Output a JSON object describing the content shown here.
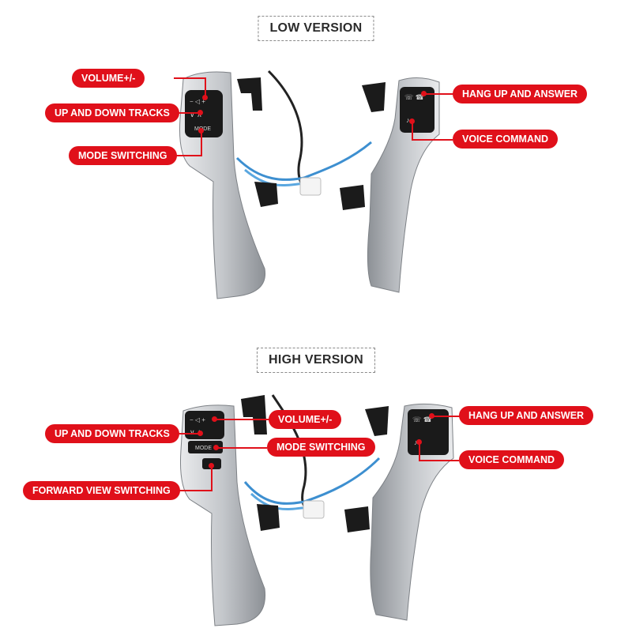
{
  "sections": [
    {
      "title": "LOW VERSION",
      "labels": {
        "volume": "VOLUME+/-",
        "tracks": "UP AND DOWN TRACKS",
        "mode": "MODE SWITCHING",
        "hang_up": "HANG UP AND ANSWER",
        "voice": "VOICE COMMAND"
      },
      "button_text": {
        "mode": "MODE"
      }
    },
    {
      "title": "HIGH VERSION",
      "labels": {
        "volume": "VOLUME+/-",
        "tracks": "UP AND DOWN TRACKS",
        "mode": "MODE SWITCHING",
        "forward_view": "FORWARD VIEW SWITCHING",
        "hang_up": "HANG UP AND ANSWER",
        "voice": "VOICE COMMAND"
      },
      "button_text": {
        "mode": "MODE"
      }
    }
  ],
  "colors": {
    "label_bg": "#e0101a",
    "panel_silver": "#c9ccd0",
    "wire_blue": "#3d8fd0"
  }
}
